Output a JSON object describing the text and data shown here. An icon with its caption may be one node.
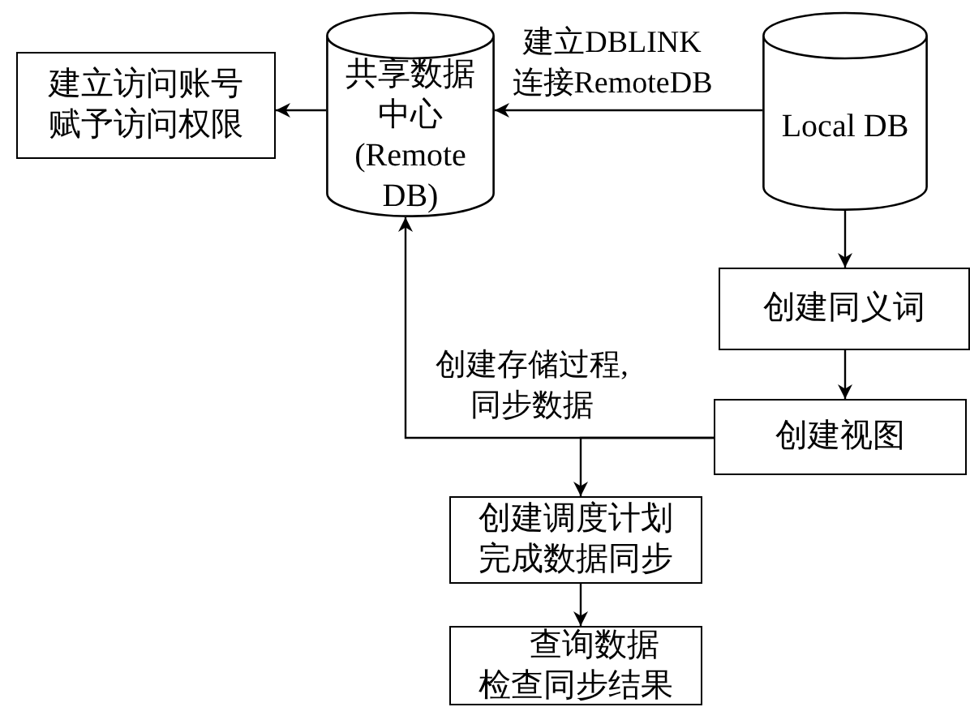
{
  "diagram": {
    "nodes": [
      {
        "text": [
          "建立访问账号赋予访问权限"
        ]
      },
      {
        "text": [
          "共享数据中心 (Remote DB)"
        ]
      },
      {
        "text": [
          "Local DB"
        ]
      },
      {
        "text": [
          "创建同义词"
        ]
      },
      {
        "text": [
          "创建视图"
        ]
      },
      {
        "text": [
          "创建调度计划完成数据同步"
        ]
      },
      {
        "text": [
          "查询数据检查同步结果"
        ]
      }
    ],
    "edges": [
      {
        "from": 1,
        "to": 0,
        "arrow": "to"
      },
      {
        "from": 2,
        "to": 1,
        "arrow": "to",
        "label": "建立DBLINK连接RemoteDB"
      },
      {
        "from": 2,
        "to": 3,
        "arrow": "to"
      },
      {
        "from": 3,
        "to": 4,
        "arrow": "to"
      },
      {
        "from": 4,
        "to": 1,
        "arrow": "to",
        "label": "创建存储过程,同步数据"
      },
      {
        "from": 4,
        "to": 5,
        "arrow": "to"
      },
      {
        "from": 5,
        "to": 6,
        "arrow": "to"
      }
    ]
  }
}
